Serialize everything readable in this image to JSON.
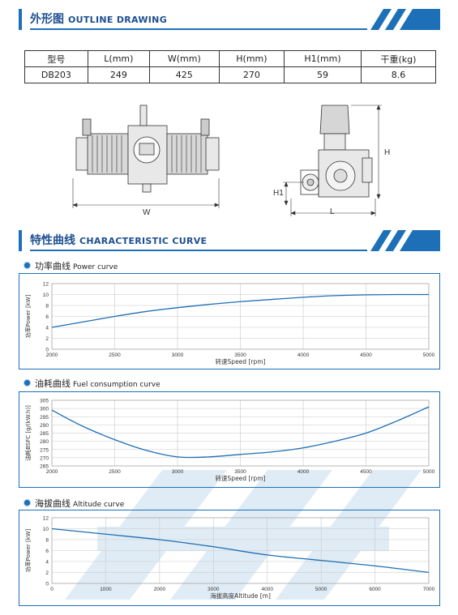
{
  "sections": {
    "outline": {
      "cn": "外形图",
      "en": "OUTLINE DRAWING"
    },
    "curves": {
      "cn": "特性曲线",
      "en": "CHARACTERISTIC CURVE"
    }
  },
  "spec_table": {
    "headers": [
      "型号",
      "L(mm)",
      "W(mm)",
      "H(mm)",
      "H1(mm)",
      "干重(kg)"
    ],
    "row": [
      "DB203",
      "249",
      "425",
      "270",
      "59",
      "8.6"
    ]
  },
  "drawing_labels": {
    "w": "W",
    "h": "H",
    "h1": "H1",
    "l": "L"
  },
  "colors": {
    "accent": "#1d70b8",
    "curve": "#1d6fb5",
    "grid": "#c8c8c8"
  },
  "chart_data": [
    {
      "type": "line",
      "title_cn": "功率曲线",
      "title_en": "Power curve",
      "xlabel": "转速Speed [rpm]",
      "ylabel": "功率Power [kW]",
      "xlim": [
        2000,
        5000
      ],
      "ylim": [
        0,
        12
      ],
      "xticks": [
        2000,
        2500,
        3000,
        3500,
        4000,
        4500,
        5000
      ],
      "yticks": [
        0,
        2,
        4,
        6,
        8,
        10,
        12
      ],
      "grid": true,
      "x": [
        2000,
        2250,
        2500,
        2750,
        3000,
        3250,
        3500,
        3750,
        4000,
        4250,
        4500,
        4750,
        5000
      ],
      "y": [
        4.0,
        5.0,
        6.0,
        6.9,
        7.6,
        8.2,
        8.7,
        9.1,
        9.5,
        9.8,
        9.95,
        10.0,
        10.0
      ]
    },
    {
      "type": "line",
      "title_cn": "油耗曲线",
      "title_en": "Fuel consumption curve",
      "xlabel": "转速Speed [rpm]",
      "ylabel": "油耗BSFC [g/(kW.h)]",
      "xlim": [
        2000,
        5000
      ],
      "ylim": [
        265,
        305
      ],
      "xticks": [
        2000,
        2500,
        3000,
        3500,
        4000,
        4500,
        5000
      ],
      "yticks": [
        265,
        270,
        275,
        280,
        285,
        290,
        295,
        300,
        305
      ],
      "grid": true,
      "x": [
        2000,
        2250,
        2500,
        2750,
        3000,
        3250,
        3500,
        3750,
        4000,
        4250,
        4500,
        4750,
        5000
      ],
      "y": [
        299,
        289,
        281,
        274.5,
        270.5,
        270.5,
        272,
        273.5,
        276,
        280,
        285,
        292.5,
        301
      ]
    },
    {
      "type": "line",
      "title_cn": "海拔曲线",
      "title_en": "Altitude curve",
      "xlabel": "海拔高度Altitude [m]",
      "ylabel": "功率Power [kW]",
      "xlim": [
        0,
        7000
      ],
      "ylim": [
        0,
        12
      ],
      "xticks": [
        0,
        1000,
        2000,
        3000,
        4000,
        5000,
        6000,
        7000
      ],
      "yticks": [
        0,
        2,
        4,
        6,
        8,
        10,
        12
      ],
      "grid": true,
      "x": [
        0,
        1000,
        2000,
        3000,
        4000,
        5000,
        6000,
        7000
      ],
      "y": [
        10.0,
        9.0,
        8.0,
        6.7,
        5.2,
        4.2,
        3.2,
        2.0
      ]
    }
  ]
}
